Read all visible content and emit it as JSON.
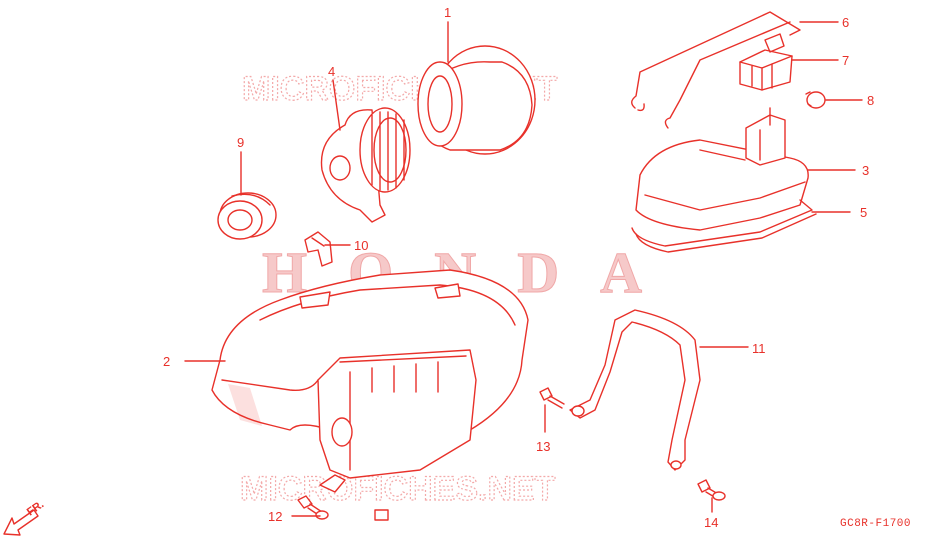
{
  "watermark_top": "MICROFICHES.NET",
  "watermark_bottom": "MICROFICHES.NET",
  "brand_watermark": "HONDA",
  "diagram_code": "GC8R-F1700",
  "direction_label": "FR.",
  "colors": {
    "line": "#e8312a",
    "watermark": "#f3a9a9"
  },
  "callouts": [
    {
      "id": "1",
      "part": "1"
    },
    {
      "id": "2",
      "part": "2"
    },
    {
      "id": "3",
      "part": "3"
    },
    {
      "id": "4",
      "part": "4"
    },
    {
      "id": "5",
      "part": "5"
    },
    {
      "id": "6",
      "part": "6"
    },
    {
      "id": "7",
      "part": "7"
    },
    {
      "id": "8",
      "part": "8"
    },
    {
      "id": "9",
      "part": "9"
    },
    {
      "id": "10",
      "part": "10"
    },
    {
      "id": "11",
      "part": "11"
    },
    {
      "id": "12",
      "part": "12"
    },
    {
      "id": "13",
      "part": "13"
    },
    {
      "id": "14",
      "part": "14"
    }
  ]
}
